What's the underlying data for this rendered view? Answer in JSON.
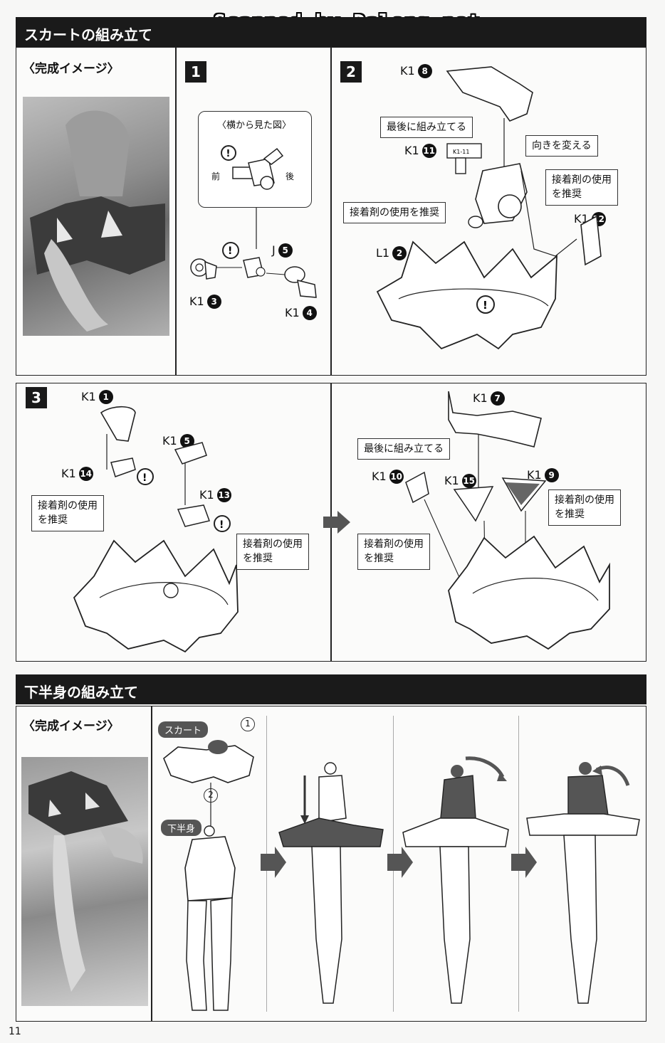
{
  "watermark": "Scanned by Dalong.net",
  "skirt_section": {
    "title": "スカートの組み立て",
    "finished_image_label": "〈完成イメージ〉",
    "step1": {
      "num": "1",
      "side_view_title": "〈横から見た図〉",
      "front": "前",
      "back": "後",
      "parts": [
        {
          "runner": "J",
          "no": "5"
        },
        {
          "runner": "K1",
          "no": "3"
        },
        {
          "runner": "K1",
          "no": "4"
        }
      ]
    },
    "step2": {
      "num": "2",
      "parts": [
        {
          "runner": "K1",
          "no": "8"
        },
        {
          "runner": "K1",
          "no": "11"
        },
        {
          "runner": "K1",
          "no": "12"
        },
        {
          "runner": "L1",
          "no": "2"
        }
      ],
      "callout_last": "最後に組み立てる",
      "callout_direction": "向きを変える",
      "callout_glue_a": "接着剤の使用\nを推奨",
      "callout_glue_b": "接着剤の使用を推奨",
      "part_stamp": "K1-11"
    },
    "step3": {
      "num": "3",
      "parts_left": [
        {
          "runner": "K1",
          "no": "1"
        },
        {
          "runner": "K1",
          "no": "14"
        },
        {
          "runner": "K1",
          "no": "5"
        },
        {
          "runner": "K1",
          "no": "13"
        }
      ],
      "parts_right": [
        {
          "runner": "K1",
          "no": "7"
        },
        {
          "runner": "K1",
          "no": "10"
        },
        {
          "runner": "K1",
          "no": "15"
        },
        {
          "runner": "K1",
          "no": "9"
        }
      ],
      "callout_glue_left_a": "接着剤の使用\nを推奨",
      "callout_glue_left_b": "接着剤の使用\nを推奨",
      "callout_last": "最後に組み立てる",
      "callout_glue_right_a": "接着剤の使用\nを推奨",
      "callout_glue_right_b": "接着剤の使用\nを推奨"
    }
  },
  "lower_section": {
    "title": "下半身の組み立て",
    "finished_image_label": "〈完成イメージ〉",
    "tag_skirt": "スカート",
    "tag_lower_body": "下半身",
    "step_a": "1",
    "step_b": "2"
  },
  "page_number": "11"
}
